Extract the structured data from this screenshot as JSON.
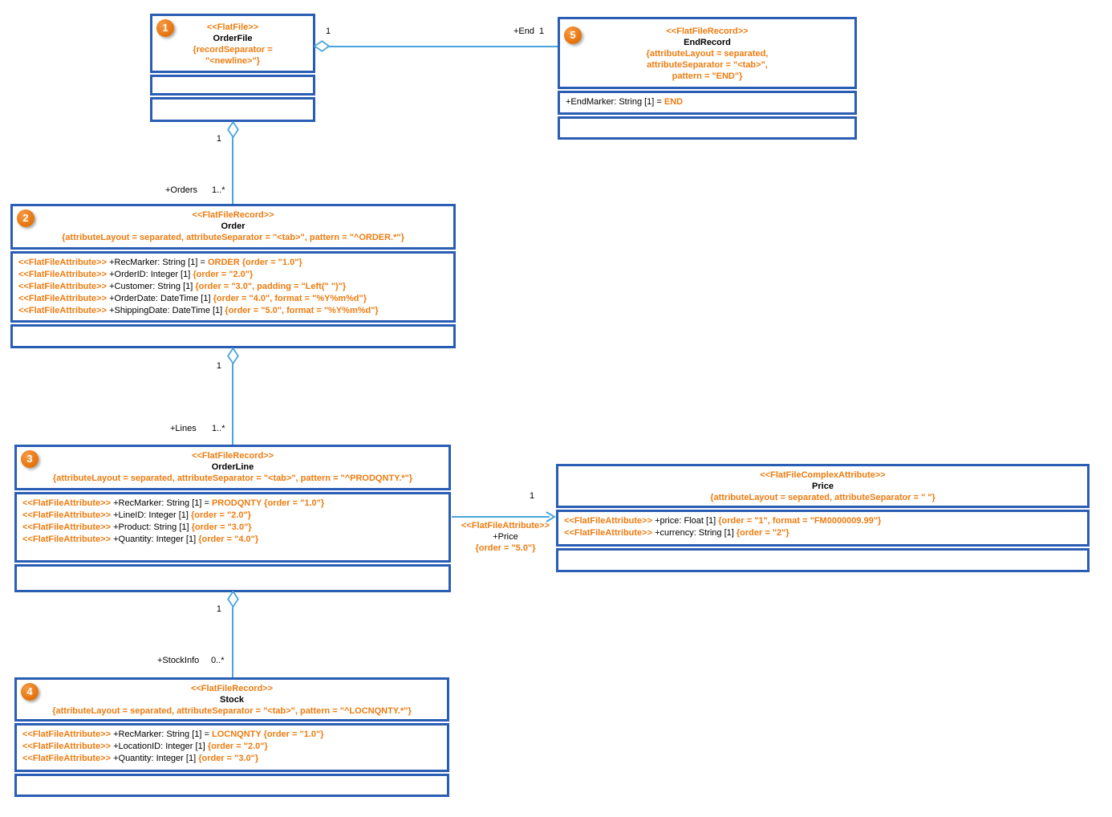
{
  "colors": {
    "box_border": "#2a5db4",
    "connector": "#4ba5db",
    "accent_orange": "#ed7c10",
    "badge_orange": "#e8770e"
  },
  "classes": {
    "orderfile": {
      "badge": "1",
      "stereotype": "<<FlatFile>>",
      "name": "OrderFile",
      "constraint": "{recordSeparator =\n\"<newline>\"}",
      "attributes": []
    },
    "order": {
      "badge": "2",
      "stereotype": "<<FlatFileRecord>>",
      "name": "Order",
      "constraint": "{attributeLayout = separated, attributeSeparator = \"<tab>\", pattern = \"^ORDER.*\"}",
      "attributes": [
        {
          "stereotype": "<<FlatFileAttribute>>",
          "text": " +RecMarker: String [1] = ",
          "tail": "ORDER {order = \"1.0\"}"
        },
        {
          "stereotype": "<<FlatFileAttribute>>",
          "text": " +OrderID: Integer [1] ",
          "tail": "{order = \"2.0\"}"
        },
        {
          "stereotype": "<<FlatFileAttribute>>",
          "text": " +Customer: String [1] ",
          "tail": "{order = \"3.0\", padding = \"Left(\" \")\"}"
        },
        {
          "stereotype": "<<FlatFileAttribute>>",
          "text": " +OrderDate: DateTime [1] ",
          "tail": "{order = \"4.0\", format = \"%Y%m%d\"}"
        },
        {
          "stereotype": "<<FlatFileAttribute>>",
          "text": " +ShippingDate: DateTime [1] ",
          "tail": "{order = \"5.0\", format = \"%Y%m%d\"}"
        }
      ]
    },
    "orderline": {
      "badge": "3",
      "stereotype": "<<FlatFileRecord>>",
      "name": "OrderLine",
      "constraint": "{attributeLayout = separated, attributeSeparator = \"<tab>\", pattern = \"^PRODQNTY.*\"}",
      "attributes": [
        {
          "stereotype": "<<FlatFileAttribute>>",
          "text": " +RecMarker: String [1] = ",
          "tail": "PRODQNTY {order = \"1.0\"}"
        },
        {
          "stereotype": "<<FlatFileAttribute>>",
          "text": " +LineID: Integer [1] ",
          "tail": "{order = \"2.0\"}"
        },
        {
          "stereotype": "<<FlatFileAttribute>>",
          "text": " +Product: String [1] ",
          "tail": "{order = \"3.0\"}"
        },
        {
          "stereotype": "<<FlatFileAttribute>>",
          "text": " +Quantity: Integer [1] ",
          "tail": "{order = \"4.0\"}"
        }
      ]
    },
    "stock": {
      "badge": "4",
      "stereotype": "<<FlatFileRecord>>",
      "name": "Stock",
      "constraint": "{attributeLayout = separated, attributeSeparator = \"<tab>\", pattern = \"^LOCNQNTY.*\"}",
      "attributes": [
        {
          "stereotype": "<<FlatFileAttribute>>",
          "text": " +RecMarker: String [1] = ",
          "tail": "LOCNQNTY {order = \"1.0\"}"
        },
        {
          "stereotype": "<<FlatFileAttribute>>",
          "text": " +LocationID: Integer [1] ",
          "tail": "{order = \"2.0\"}"
        },
        {
          "stereotype": "<<FlatFileAttribute>>",
          "text": " +Quantity: Integer [1] ",
          "tail": "{order = \"3.0\"}"
        }
      ]
    },
    "endrecord": {
      "badge": "5",
      "stereotype": "<<FlatFileRecord>>",
      "name": "EndRecord",
      "constraint": "{attributeLayout = separated,\nattributeSeparator = \"<tab>\",\npattern = \"END\"}",
      "attributes": [
        {
          "stereotype": "",
          "text": "+EndMarker: String [1] = ",
          "tail": "END"
        }
      ]
    },
    "price": {
      "badge": "",
      "stereotype": "<<FlatFileComplexAttribute>>",
      "name": "Price",
      "constraint": "{attributeLayout = separated, attributeSeparator = \" \"}",
      "attributes": [
        {
          "stereotype": "<<FlatFileAttribute>>",
          "text": " +price: Float [1] ",
          "tail": "{order = \"1\", format = \"FM0000009.99\"}"
        },
        {
          "stereotype": "<<FlatFileAttribute>>",
          "text": " +currency: String [1] ",
          "tail": "{order = \"2\"}"
        }
      ]
    }
  },
  "connectors": {
    "file_end": {
      "source_mult": "1",
      "role": "+End",
      "target_mult": "1"
    },
    "file_orders": {
      "source_mult": "1",
      "role": "+Orders",
      "target_mult": "1..*"
    },
    "order_lines": {
      "source_mult": "1",
      "role": "+Lines",
      "target_mult": "1..*"
    },
    "line_stock": {
      "source_mult": "1",
      "role": "+StockInfo",
      "target_mult": "0..*"
    },
    "line_price": {
      "target_mult": "1",
      "stereotype": "<<FlatFileAttribute>>",
      "name": "+Price",
      "tail": "{order = \"5.0\"}"
    }
  }
}
